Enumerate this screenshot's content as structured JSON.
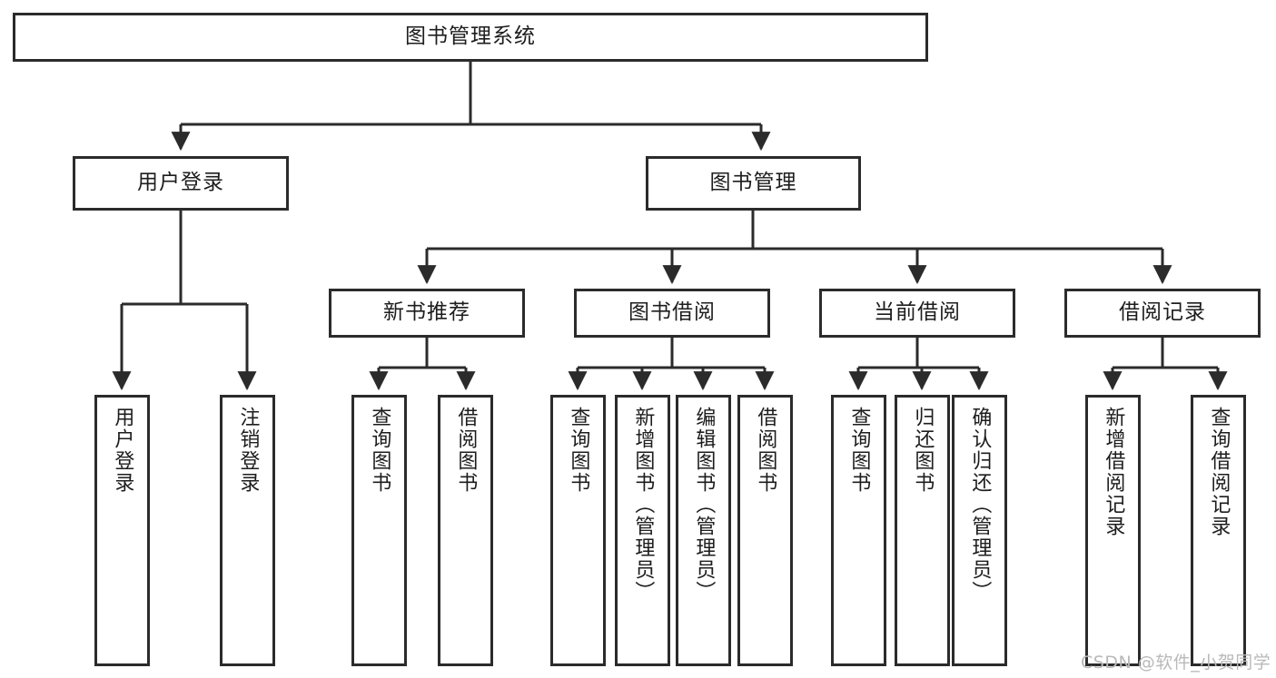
{
  "diagram": {
    "title": "图书管理系统",
    "watermark": "CSDN @软件_小贺同学",
    "colors": {
      "stroke": "#2b2b2b",
      "fill": "#ffffff",
      "text": "#1d1d1d",
      "watermark": "#b9b9b9"
    },
    "root": {
      "label": "图书管理系统"
    },
    "level1": [
      {
        "label": "用户登录"
      },
      {
        "label": "图书管理"
      }
    ],
    "level2": [
      {
        "label": "新书推荐"
      },
      {
        "label": "图书借阅"
      },
      {
        "label": "当前借阅"
      },
      {
        "label": "借阅记录"
      }
    ],
    "leaves": {
      "user_login": [
        {
          "label": "用户登录"
        },
        {
          "label": "注销登录"
        }
      ],
      "new_book_recommend": [
        {
          "label": "查询图书"
        },
        {
          "label": "借阅图书"
        }
      ],
      "book_borrow": [
        {
          "label": "查询图书"
        },
        {
          "label": "新增图书（管理员）"
        },
        {
          "label": "编辑图书（管理员）"
        },
        {
          "label": "借阅图书"
        }
      ],
      "current_borrow": [
        {
          "label": "查询图书"
        },
        {
          "label": "归还图书"
        },
        {
          "label": "确认归还（管理员）"
        }
      ],
      "borrow_record": [
        {
          "label": "新增借阅记录"
        },
        {
          "label": "查询借阅记录"
        }
      ]
    }
  }
}
